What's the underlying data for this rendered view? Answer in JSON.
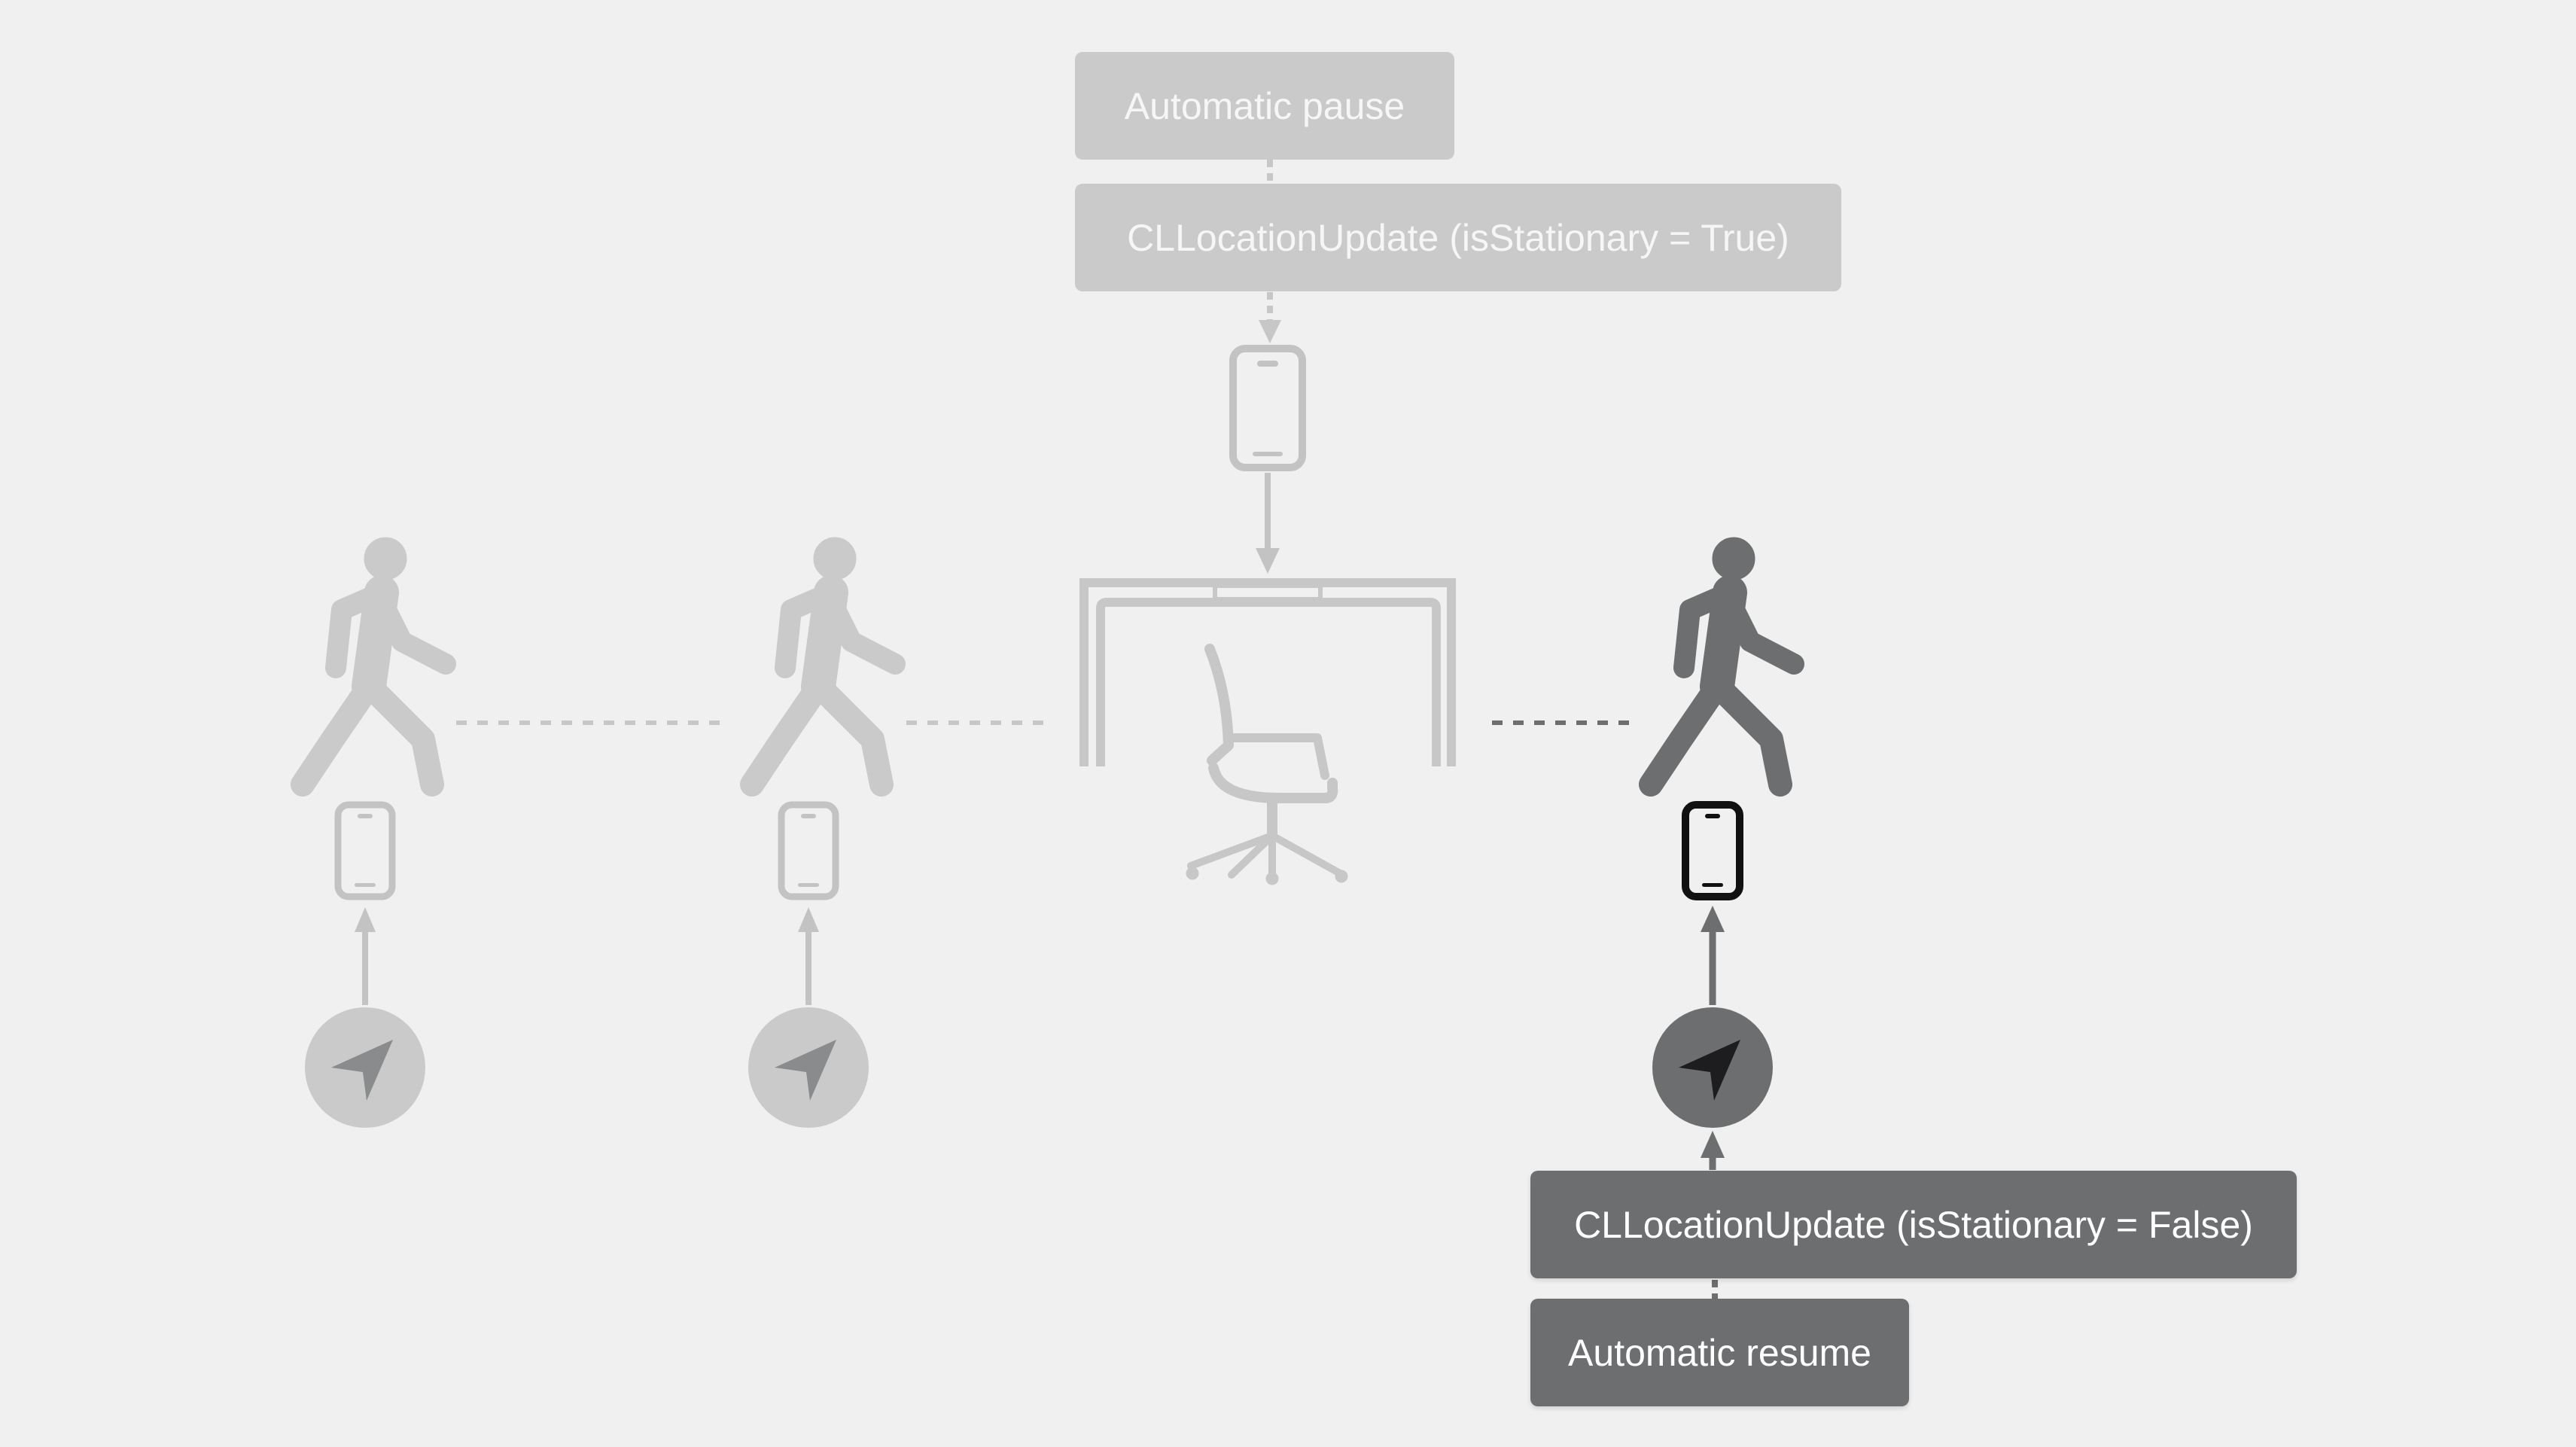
{
  "labels": {
    "automatic_pause": "Automatic pause",
    "update_stationary_true": "CLLocationUpdate (isStationary = True)",
    "update_stationary_false": "CLLocationUpdate (isStationary = False)",
    "automatic_resume": "Automatic resume"
  },
  "colors": {
    "background": "#eff0ef",
    "faded": "#c9cac9",
    "active": "#6d6e6f",
    "phone_active": "#111111"
  },
  "icons": [
    "walking-person-icon",
    "iphone-icon",
    "location-arrow-icon",
    "desk-icon",
    "office-chair-icon"
  ]
}
